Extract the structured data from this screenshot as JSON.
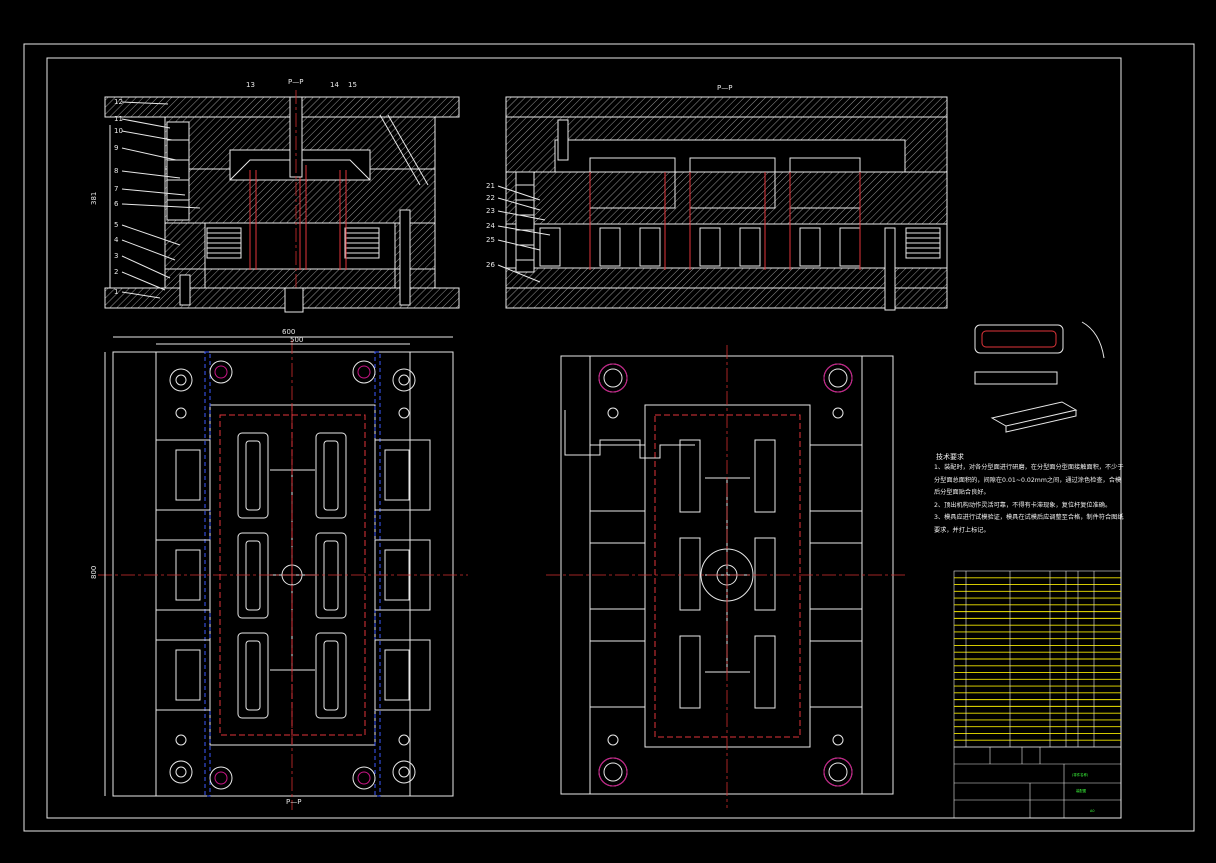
{
  "section_labels": {
    "a": "P—P",
    "b": "P—P"
  },
  "dimensions": {
    "height_front": "381",
    "plan_width_outer": "600",
    "plan_width_inner": "500",
    "plan_height": "800",
    "bottom_mark": "P—P"
  },
  "part_numbers_left": [
    "12",
    "11",
    "10",
    "9",
    "8",
    "7",
    "6",
    "5",
    "4",
    "3",
    "2",
    "1"
  ],
  "part_numbers_top": [
    "13",
    "14",
    "15"
  ],
  "part_numbers_right": [
    "21",
    "22",
    "23",
    "24",
    "25",
    "26"
  ],
  "technical_requirements": {
    "heading": "技术要求",
    "items": [
      "1、装配时，对各分型面进行研磨，在分型面分型面接触面积，不少于分型面总面积的，间隙在0.01~0.02mm之间，通过涂色检查，合模后分型面贴合良好。",
      "2、顶出机构动作灵活可靠，不得有卡滞现象，复位杆复位准确。",
      "3、模具应进行试模验证，模具在试模后应调整至合格，制件符合图纸要求，并打上标记。"
    ]
  },
  "title_block": {
    "project": "(零件名称)",
    "company": "装配图",
    "scale": "A0"
  },
  "colors": {
    "background": "#000000",
    "outline": "#e8e8e8",
    "centerline": "#d32f2f",
    "hidden": "#e0353a",
    "table_text": "#3cff3c",
    "table_lines": "#f2e600"
  }
}
